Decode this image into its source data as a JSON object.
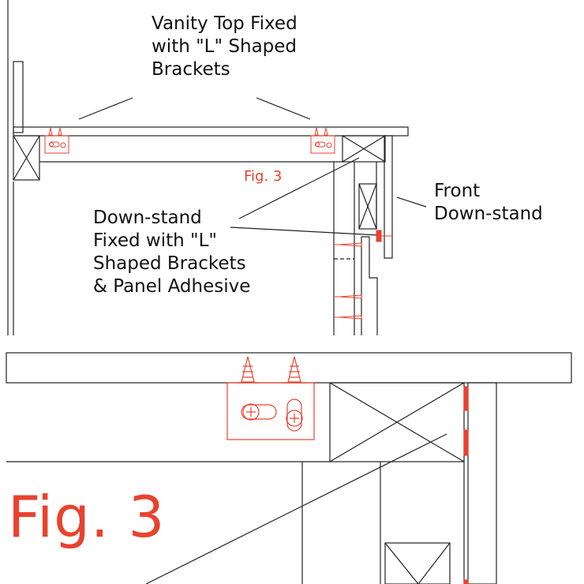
{
  "labels": {
    "vanity_top": [
      "Vanity Top Fixed",
      "with \"L\" Shaped",
      "Brackets"
    ],
    "front_downstand": [
      "Front",
      "Down-stand"
    ],
    "downstand_fixed": [
      "Down-stand",
      "Fixed with \"L\"",
      "Shaped Brackets",
      "& Panel Adhesive"
    ]
  },
  "figure_label": "Fig. 3",
  "colors": {
    "line": "#222222",
    "accent": "#e8432e"
  }
}
